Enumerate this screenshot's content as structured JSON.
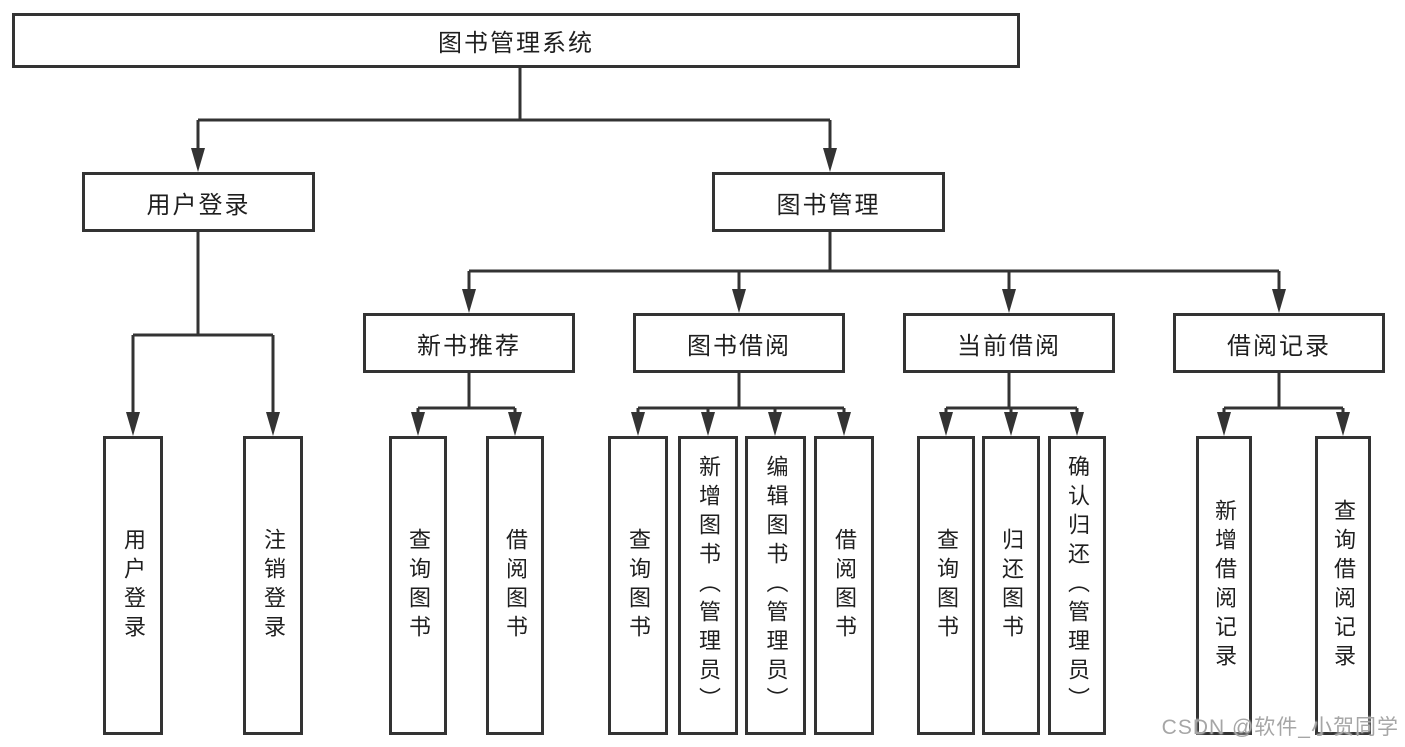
{
  "diagram": {
    "root": {
      "label": "图书管理系统"
    },
    "branches": [
      {
        "label": "用户登录",
        "children": [
          {
            "label": "用户登录"
          },
          {
            "label": "注销登录"
          }
        ]
      },
      {
        "label": "图书管理",
        "groups": [
          {
            "label": "新书推荐",
            "children": [
              {
                "label": "查询图书"
              },
              {
                "label": "借阅图书"
              }
            ]
          },
          {
            "label": "图书借阅",
            "children": [
              {
                "label": "查询图书"
              },
              {
                "label": "新增图书（管理员）"
              },
              {
                "label": "编辑图书（管理员）"
              },
              {
                "label": "借阅图书"
              }
            ]
          },
          {
            "label": "当前借阅",
            "children": [
              {
                "label": "查询图书"
              },
              {
                "label": "归还图书"
              },
              {
                "label": "确认归还（管理员）"
              }
            ]
          },
          {
            "label": "借阅记录",
            "children": [
              {
                "label": "新增借阅记录"
              },
              {
                "label": "查询借阅记录"
              }
            ]
          }
        ]
      }
    ]
  },
  "watermark": {
    "text": "CSDN @软件_小贺同学"
  },
  "colors": {
    "line": "#333333",
    "text": "#1f1f1f",
    "background": "#ffffff",
    "watermark": "#a6a6a6"
  }
}
